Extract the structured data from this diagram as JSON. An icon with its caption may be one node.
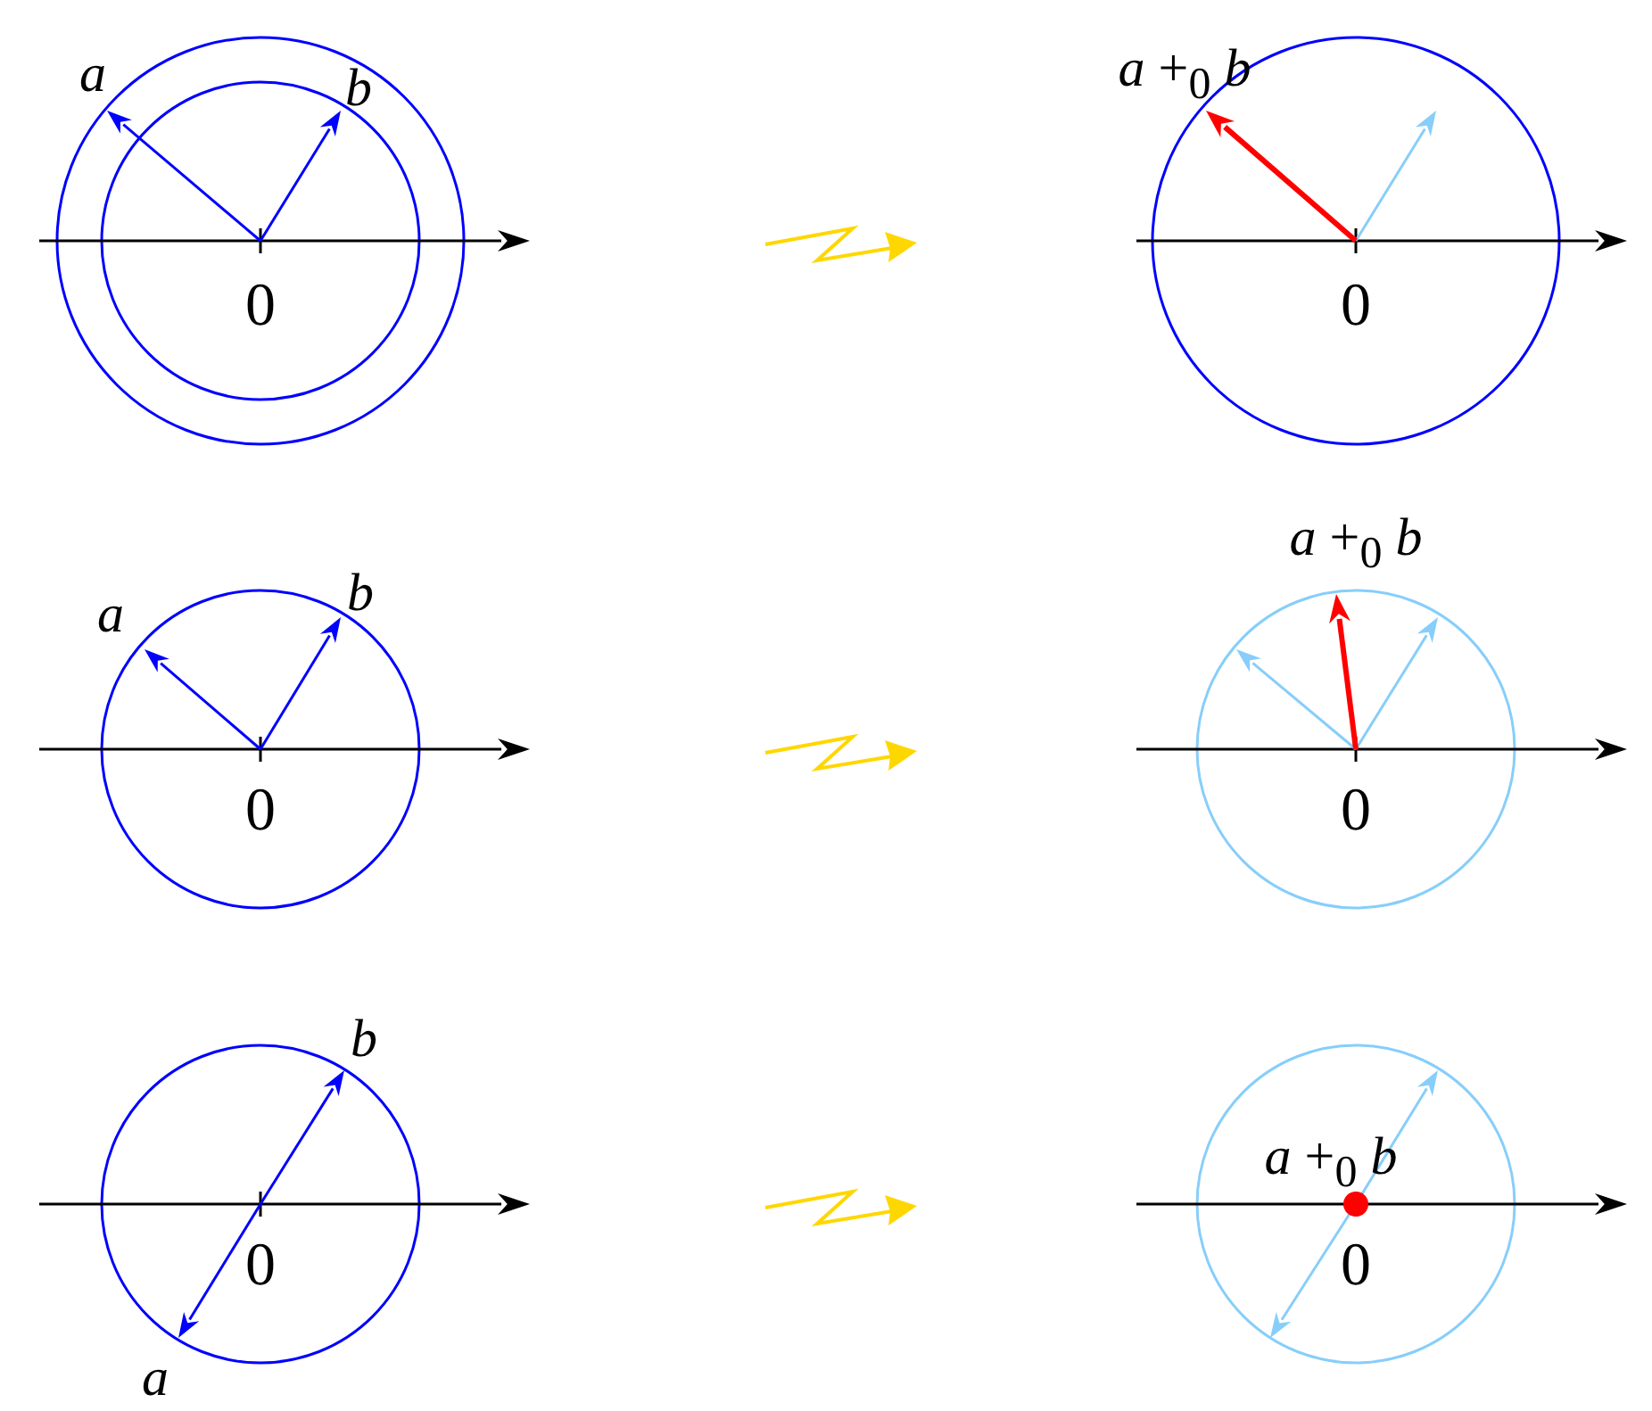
{
  "diagram": {
    "labels": [
      "a",
      "b",
      "0",
      "*a* +$_{0}$ *b*",
      "0",
      "a",
      "b",
      "0",
      "*a* +$_{0}$ *b*",
      "0",
      "b",
      "a",
      "0",
      "*a* +$_{0}$ *b*",
      "0"
    ]
  }
}
